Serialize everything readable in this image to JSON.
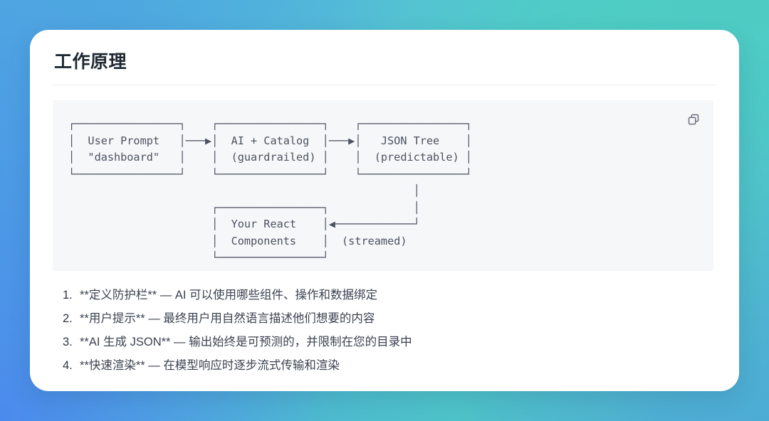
{
  "background": {
    "gradient_from": "#4aa3e0",
    "gradient_mid": "#4ecdc4",
    "gradient_to": "#4f8ced"
  },
  "card": {
    "background": "#ffffff",
    "title": "工作原理"
  },
  "code_block": {
    "background": "#f6f7f9",
    "copy_icon_label": "copy-icon",
    "ascii_diagram": "┌────────────────┐    ┌────────────────┐    ┌────────────────┐\n│  User Prompt   │───▶│  AI + Catalog  │───▶│   JSON Tree    │\n│  \"dashboard\"   │    │  (guardrailed) │    │  (predictable) │\n└────────────────┘    └────────────────┘    └────────────────┘\n                                                     │\n                      ┌────────────────┐             │\n                      │  Your React    │◀────────────┘\n                      │  Components    │  (streamed)\n                      └────────────────┘",
    "nodes": [
      {
        "id": "user-prompt",
        "line1": "User Prompt",
        "line2": "\"dashboard\""
      },
      {
        "id": "ai-catalog",
        "line1": "AI + Catalog",
        "line2": "(guardrailed)"
      },
      {
        "id": "json-tree",
        "line1": "JSON Tree",
        "line2": "(predictable)"
      },
      {
        "id": "react-components",
        "line1": "Your React",
        "line2": "Components"
      }
    ],
    "edge_label": "(streamed)"
  },
  "steps": [
    {
      "num": "1.",
      "text": "**定义防护栏** — AI 可以使用哪些组件、操作和数据绑定"
    },
    {
      "num": "2.",
      "text": "**用户提示** — 最终用户用自然语言描述他们想要的内容"
    },
    {
      "num": "3.",
      "text": "**AI 生成 JSON** — 输出始终是可预测的，并限制在您的目录中"
    },
    {
      "num": "4.",
      "text": "**快速渲染** — 在模型响应时逐步流式传输和渲染"
    }
  ]
}
